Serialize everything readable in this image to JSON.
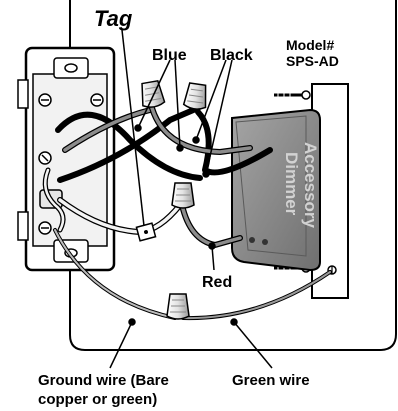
{
  "labels": {
    "tag": "Tag",
    "blue": "Blue",
    "black": "Black",
    "model_line1": "Model#",
    "model_line2": "SPS-AD",
    "red": "Red",
    "dimmer_line1": "Accessory",
    "dimmer_line2": "Dimmer",
    "ground_line1": "Ground wire (Bare",
    "ground_line2": "copper or green)",
    "green_wire": "Green wire"
  },
  "colors": {
    "wire_black": "#1a1a1a",
    "wire_white": "#f4f4f4",
    "wire_gray": "#8c8c8c",
    "wire_green": "#7a7a7a",
    "dimmer_body": "#8a8a8a",
    "dimmer_text": "#cfcfcf",
    "plate": "#ffffff",
    "outline": "#000000"
  },
  "icons": {
    "wire_nut": "wire-nut-icon",
    "screw": "screw-icon",
    "tag": "tag-icon"
  }
}
